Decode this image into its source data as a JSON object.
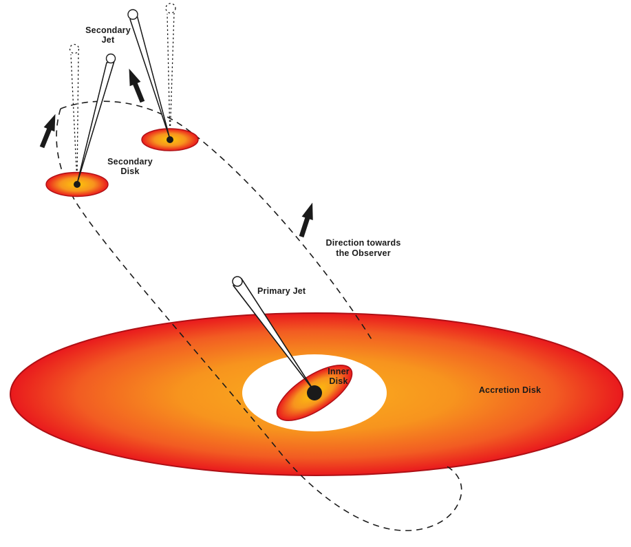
{
  "labels": {
    "secondary_jet_line1": "Secondary",
    "secondary_jet_line2": "Jet",
    "secondary_disk_line1": "Secondary",
    "secondary_disk_line2": "Disk",
    "observer_line1": "Direction towards",
    "observer_line2": "the Observer",
    "primary_jet": "Primary Jet",
    "inner_disk_line1": "Inner",
    "inner_disk_line2": "Disk",
    "accretion_disk": "Accretion Disk"
  },
  "colors": {
    "ink": "#1A1A1A",
    "background": "#FFFFFF",
    "disk_center": "#FBAE1D",
    "disk_mid": "#F7941E",
    "disk_outer": "#F25C22",
    "disk_edge": "#E9191D",
    "core_center": "#FDC60B",
    "core_mid": "#F7941E",
    "core_edge": "#E9191D",
    "disk_outline": "#AD1015"
  }
}
